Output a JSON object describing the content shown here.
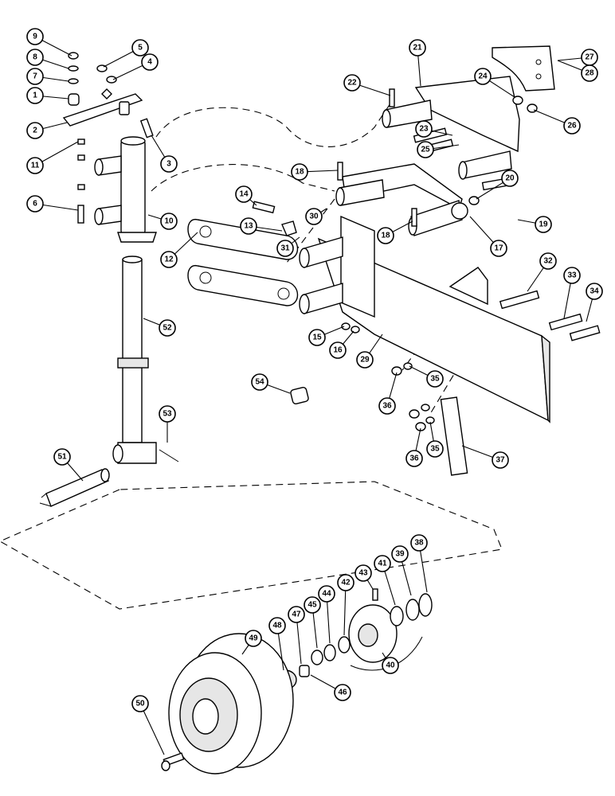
{
  "diagram": {
    "callouts": [
      {
        "id": "c9",
        "label": "9"
      },
      {
        "id": "c8",
        "label": "8"
      },
      {
        "id": "c7",
        "label": "7"
      },
      {
        "id": "c1",
        "label": "1"
      },
      {
        "id": "c2",
        "label": "2"
      },
      {
        "id": "c5",
        "label": "5"
      },
      {
        "id": "c4",
        "label": "4"
      },
      {
        "id": "c3",
        "label": "3"
      },
      {
        "id": "c11",
        "label": "11"
      },
      {
        "id": "c6",
        "label": "6"
      },
      {
        "id": "c10",
        "label": "10"
      },
      {
        "id": "c12",
        "label": "12"
      },
      {
        "id": "c13",
        "label": "13"
      },
      {
        "id": "c14",
        "label": "14"
      },
      {
        "id": "c15",
        "label": "15"
      },
      {
        "id": "c16",
        "label": "16"
      },
      {
        "id": "c17",
        "label": "17"
      },
      {
        "id": "c18a",
        "label": "18"
      },
      {
        "id": "c18b",
        "label": "18"
      },
      {
        "id": "c19",
        "label": "19"
      },
      {
        "id": "c20",
        "label": "20"
      },
      {
        "id": "c21",
        "label": "21"
      },
      {
        "id": "c22",
        "label": "22"
      },
      {
        "id": "c23",
        "label": "23"
      },
      {
        "id": "c24",
        "label": "24"
      },
      {
        "id": "c25",
        "label": "25"
      },
      {
        "id": "c26",
        "label": "26"
      },
      {
        "id": "c27",
        "label": "27"
      },
      {
        "id": "c28",
        "label": "28"
      },
      {
        "id": "c29",
        "label": "29"
      },
      {
        "id": "c30",
        "label": "30"
      },
      {
        "id": "c31",
        "label": "31"
      },
      {
        "id": "c32",
        "label": "32"
      },
      {
        "id": "c33",
        "label": "33"
      },
      {
        "id": "c34",
        "label": "34"
      },
      {
        "id": "c35a",
        "label": "35"
      },
      {
        "id": "c35b",
        "label": "35"
      },
      {
        "id": "c36a",
        "label": "36"
      },
      {
        "id": "c36b",
        "label": "36"
      },
      {
        "id": "c37",
        "label": "37"
      },
      {
        "id": "c38",
        "label": "38"
      },
      {
        "id": "c39",
        "label": "39"
      },
      {
        "id": "c40",
        "label": "40"
      },
      {
        "id": "c41",
        "label": "41"
      },
      {
        "id": "c42",
        "label": "42"
      },
      {
        "id": "c43",
        "label": "43"
      },
      {
        "id": "c44",
        "label": "44"
      },
      {
        "id": "c45",
        "label": "45"
      },
      {
        "id": "c46",
        "label": "46"
      },
      {
        "id": "c47",
        "label": "47"
      },
      {
        "id": "c48",
        "label": "48"
      },
      {
        "id": "c49",
        "label": "49"
      },
      {
        "id": "c50",
        "label": "50"
      },
      {
        "id": "c51",
        "label": "51"
      },
      {
        "id": "c52",
        "label": "52"
      },
      {
        "id": "c53",
        "label": "53"
      },
      {
        "id": "c54",
        "label": "54"
      }
    ]
  }
}
